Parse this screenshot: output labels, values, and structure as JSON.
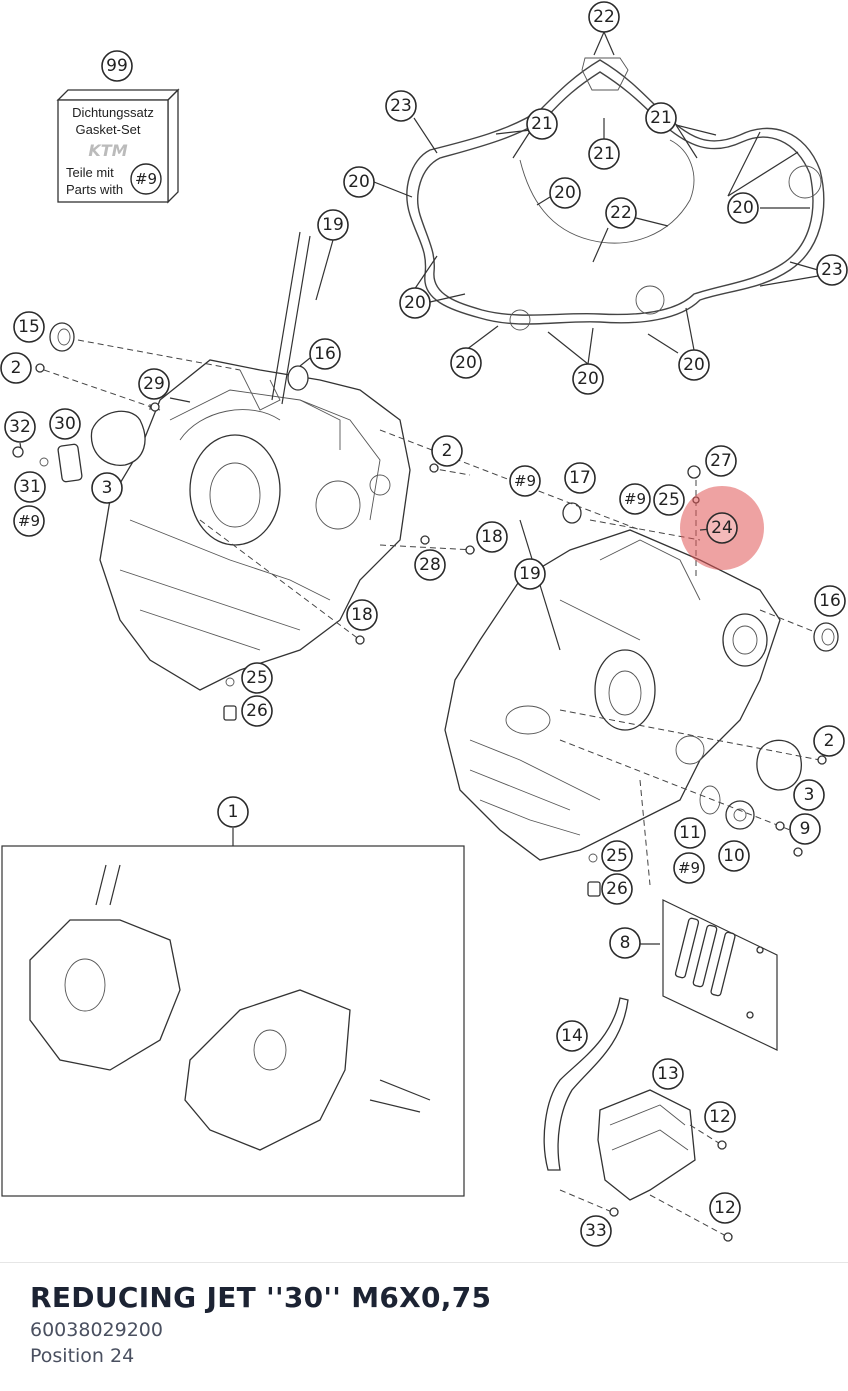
{
  "gasket_box": {
    "line1": "Dichtungssatz",
    "line2": "Gasket-Set",
    "logo": "KTM",
    "line3": "Teile mit",
    "line4": "Parts with",
    "ref": "#9"
  },
  "callouts": {
    "c99": "99",
    "c22a": "22",
    "c23a": "23",
    "c21a": "21",
    "c21b": "21",
    "c21c": "21",
    "c20a": "20",
    "c20b": "20",
    "c22b": "22",
    "c20c": "20",
    "c23b": "23",
    "c20d": "20",
    "c20e": "20",
    "c20f": "20",
    "c20g": "20",
    "c19a": "19",
    "c15": "15",
    "c16a": "16",
    "c2a": "2",
    "c29": "29",
    "c32": "32",
    "c30": "30",
    "c3a": "3",
    "c31": "31",
    "c9a": "#9",
    "c2b": "2",
    "c9b": "#9",
    "c17": "17",
    "c9c": "#9",
    "c25a": "25",
    "c27": "27",
    "c24": "24",
    "c18a": "18",
    "c28": "28",
    "c19b": "19",
    "c18b": "18",
    "c16b": "16",
    "c25b": "25",
    "c26a": "26",
    "c2c": "2",
    "c3b": "3",
    "c9": "9",
    "c11": "11",
    "c10": "10",
    "c9d": "#9",
    "c1": "1",
    "c25c": "25",
    "c26b": "26",
    "c8": "8",
    "c14": "14",
    "c13": "13",
    "c12a": "12",
    "c12b": "12",
    "c33": "33"
  },
  "highlight": {
    "callout": "24",
    "color": "#e05555"
  },
  "selected_part": {
    "title": "REDUCING JET ''30'' M6X0,75",
    "number": "60038029200",
    "position": "Position 24"
  }
}
